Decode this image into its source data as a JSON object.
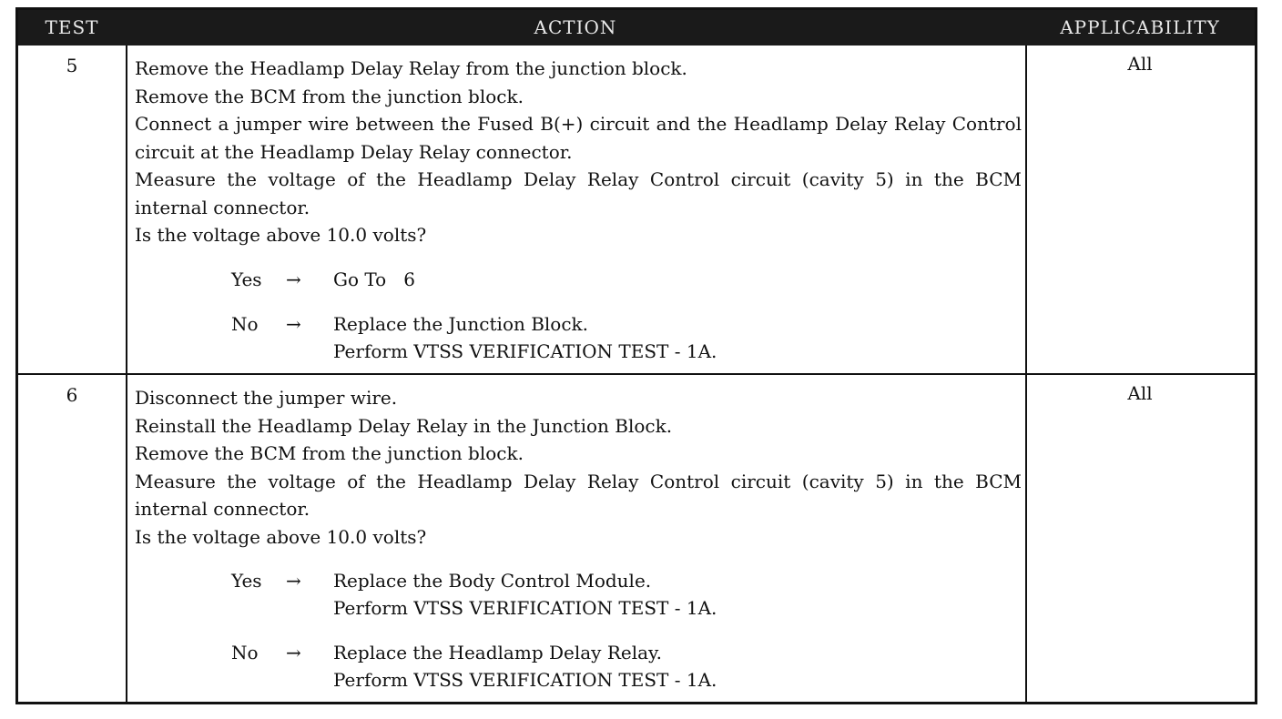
{
  "header": {
    "test": "TEST",
    "action": "ACTION",
    "applicability": "APPLICABILITY"
  },
  "rows": [
    {
      "test": "5",
      "applicability": "All",
      "steps": [
        "Remove the Headlamp Delay Relay from the junction block.",
        "Remove the BCM from the junction block.",
        "Connect a jumper wire between the Fused B(+) circuit and the Headlamp Delay Relay Control circuit at the Headlamp Delay Relay connector.",
        "Measure the voltage of the Headlamp Delay Relay Control circuit (cavity 5) in the BCM internal connector.",
        "Is the voltage above 10.0 volts?"
      ],
      "yes": {
        "label": "Yes",
        "arrow": "→",
        "lines": [
          "Go To   6"
        ]
      },
      "no": {
        "label": "No",
        "arrow": "→",
        "lines": [
          "Replace the Junction Block.",
          "Perform VTSS VERIFICATION TEST - 1A."
        ]
      }
    },
    {
      "test": "6",
      "applicability": "All",
      "steps": [
        "Disconnect the jumper wire.",
        "Reinstall the Headlamp Delay Relay in the Junction Block.",
        "Remove the BCM from the junction block.",
        "Measure the voltage of the Headlamp Delay Relay Control circuit (cavity 5) in the BCM internal connector.",
        "Is the voltage above 10.0 volts?"
      ],
      "yes": {
        "label": "Yes",
        "arrow": "→",
        "lines": [
          "Replace the Body Control Module.",
          "Perform VTSS VERIFICATION TEST - 1A."
        ]
      },
      "no": {
        "label": "No",
        "arrow": "→",
        "lines": [
          "Replace the Headlamp Delay Relay.",
          "Perform VTSS VERIFICATION TEST - 1A."
        ]
      }
    }
  ]
}
